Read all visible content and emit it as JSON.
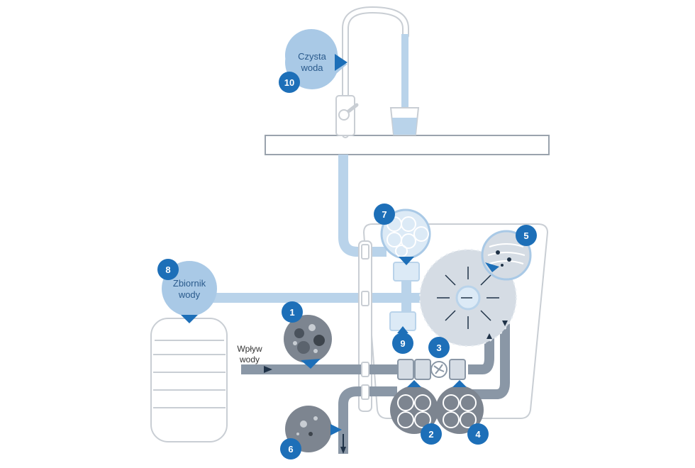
{
  "labels": {
    "clean_water_line1": "Czysta",
    "clean_water_line2": "woda",
    "tank_line1": "Zbiornik",
    "tank_line2": "wody",
    "inflow_line1": "Wpływ",
    "inflow_line2": "wody"
  },
  "markers": {
    "m1": "1",
    "m2": "2",
    "m3": "3",
    "m4": "4",
    "m5": "5",
    "m6": "6",
    "m7": "7",
    "m8": "8",
    "m9": "9",
    "m10": "10"
  },
  "colors": {
    "light_blue_pipe": "#b9d3ea",
    "grey_pipe": "#8a97a6",
    "marker_blue": "#1d6fb8",
    "bubble_light": "#a9c9e6",
    "bubble_grey": "#7d8590",
    "outline": "#c9ced4"
  }
}
